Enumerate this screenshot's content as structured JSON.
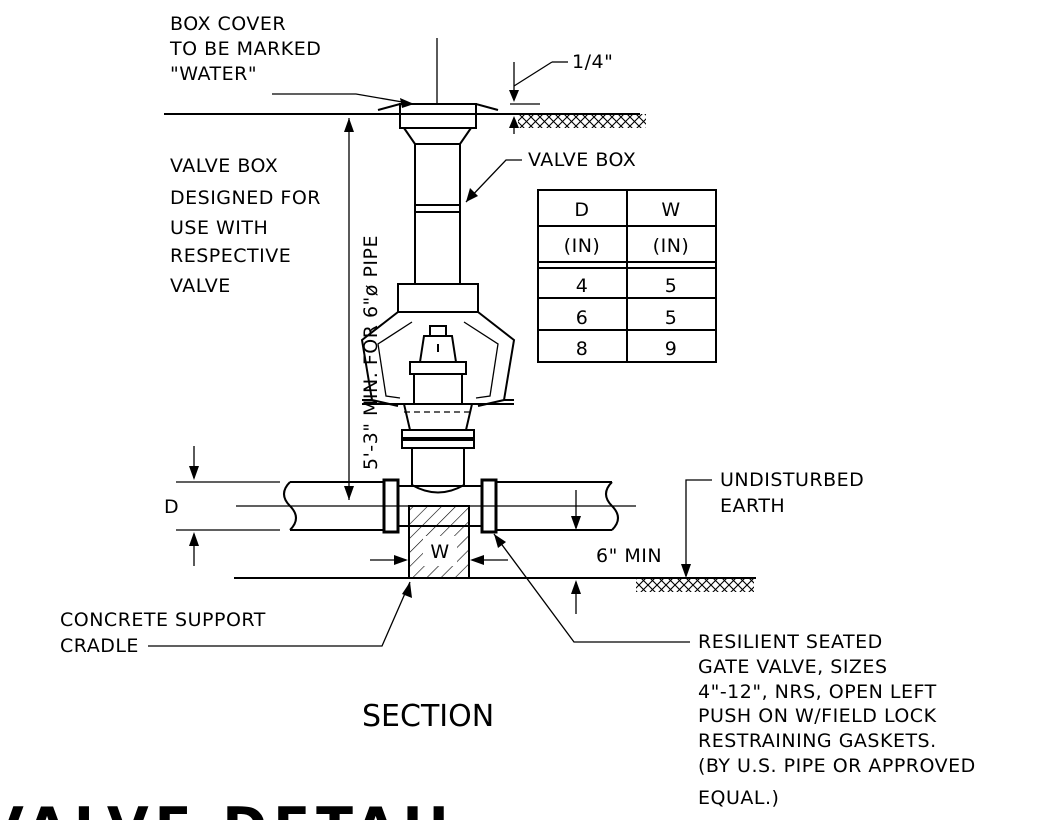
{
  "labels": {
    "box_cover": [
      "BOX COVER",
      "TO BE MARKED",
      "\"WATER\""
    ],
    "quarter_inch": "1/4\"",
    "valve_box": "VALVE BOX",
    "valve_box_designed": [
      "VALVE BOX",
      "DESIGNED FOR",
      "USE WITH",
      "RESPECTIVE",
      "VALVE"
    ],
    "vertical_dim": "5'-3\" MIN. FOR 6\"ø PIPE",
    "d_label": "D",
    "w_label": "W",
    "undisturbed": [
      "UNDISTURBED",
      "EARTH"
    ],
    "six_min": "6\"  MIN",
    "concrete": [
      "CONCRETE SUPPORT",
      "CRADLE"
    ],
    "resilient": [
      "RESILIENT SEATED",
      "GATE VALVE, SIZES",
      "4\"-12\", NRS, OPEN LEFT",
      "PUSH ON W/FIELD LOCK",
      "RESTRAINING GASKETS.",
      "(BY U.S. PIPE OR APPROVED",
      "EQUAL.)"
    ],
    "section": "SECTION",
    "bottom_title": "VALVE DETAIL"
  },
  "table": {
    "headers": [
      "D",
      "W"
    ],
    "units": [
      "(IN)",
      "(IN)"
    ],
    "rows": [
      [
        "4",
        "5"
      ],
      [
        "6",
        "5"
      ],
      [
        "8",
        "9"
      ]
    ]
  }
}
